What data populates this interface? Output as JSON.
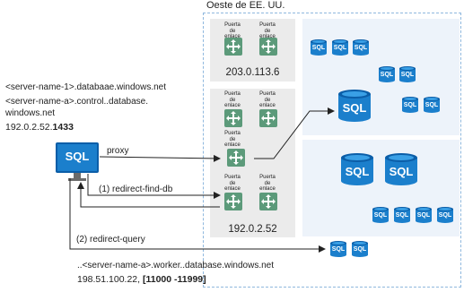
{
  "region": {
    "title": "Oeste de EE. UU."
  },
  "gateway_label": "Puerta de\nenlace",
  "gateway_label_lines": [
    "Puerta de",
    "enlace"
  ],
  "top_panel": {
    "ip": "203.0.113.6"
  },
  "middle_panel": {
    "ip": "192.0.2.52"
  },
  "left": {
    "line1": "<server-name-1>.databaae.windows.net",
    "line2": "<server-name-a>.control..database.",
    "line3": "windows.net",
    "ip_prefix": "192.0.2.52.",
    "ip_port": "1433"
  },
  "client": {
    "label": "SQL"
  },
  "arrows": {
    "proxy": "proxy",
    "redirect_find_db": "(1) redirect-find-db",
    "redirect_query": "(2) redirect-query"
  },
  "bottom": {
    "line1": "..<server-name-a>.worker..database.windows.net",
    "ip": "198.51.100.22, ",
    "ports": "[11000 -11999]"
  },
  "db_label": "SQL",
  "colors": {
    "sql_blue": "#1b7fcc",
    "sql_dark": "#0a5ca8",
    "gateway_green": "#4a8a6a",
    "panel_gray": "#ebebeb",
    "panel_light": "#edf3fa",
    "dashed": "#8fb8de"
  }
}
